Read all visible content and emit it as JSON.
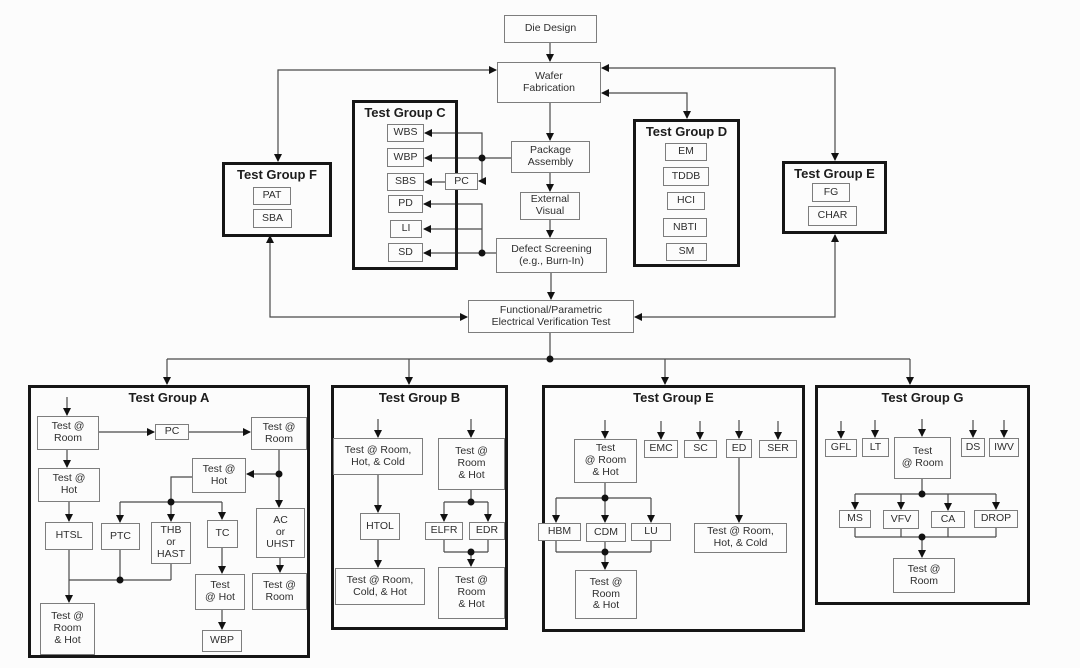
{
  "main_flow": {
    "die_design": "Die Design",
    "wafer_fabrication": "Wafer\nFabrication",
    "package_assembly": "Package\nAssembly",
    "external_visual": "External\nVisual",
    "defect_screening": "Defect Screening\n(e.g., Burn-In)",
    "functional_test": "Functional/Parametric\nElectrical Verification Test"
  },
  "group_c": {
    "title": "Test Group C",
    "wbs": "WBS",
    "wbp": "WBP",
    "sbs": "SBS",
    "pd": "PD",
    "li": "LI",
    "sd": "SD",
    "pc": "PC"
  },
  "group_f": {
    "title": "Test Group F",
    "pat": "PAT",
    "sba": "SBA"
  },
  "group_d": {
    "title": "Test Group D",
    "em": "EM",
    "tddb": "TDDB",
    "hci": "HCI",
    "nbti": "NBTI",
    "sm": "SM"
  },
  "group_e_top": {
    "title": "Test Group E",
    "fg": "FG",
    "char": "CHAR"
  },
  "group_a": {
    "title": "Test Group A",
    "test_room_1": "Test @\nRoom",
    "pc": "PC",
    "test_room_2": "Test @\nRoom",
    "test_hot_1": "Test @\nHot",
    "test_hot_2": "Test @\nHot",
    "htsl": "HTSL",
    "ptc": "PTC",
    "thb_hast": "THB\nor\nHAST",
    "tc": "TC",
    "ac_uhst": "AC\nor\nUHST",
    "test_room_hot": "Test @\nRoom\n& Hot",
    "test_hot_3": "Test\n@ Hot",
    "wbp": "WBP",
    "test_room_3": "Test @\nRoom"
  },
  "group_b": {
    "title": "Test Group B",
    "test_room_hot_cold": "Test @ Room,\nHot, & Cold",
    "test_room_hot_1": "Test @\nRoom\n& Hot",
    "htol": "HTOL",
    "elfr": "ELFR",
    "edr": "EDR",
    "test_room_cold_hot": "Test @ Room,\nCold, & Hot",
    "test_room_hot_2": "Test @\nRoom\n& Hot"
  },
  "group_e_bottom": {
    "title": "Test Group E",
    "test_room_hot_1": "Test\n@ Room\n& Hot",
    "emc": "EMC",
    "sc": "SC",
    "ed": "ED",
    "ser": "SER",
    "hbm": "HBM",
    "cdm": "CDM",
    "lu": "LU",
    "test_room_hot_2": "Test @\nRoom\n& Hot",
    "test_room_hot_cold": "Test @ Room,\nHot, & Cold"
  },
  "group_g": {
    "title": "Test Group G",
    "gfl": "GFL",
    "lt": "LT",
    "test_room_1": "Test\n@ Room",
    "ds": "DS",
    "iwv": "IWV",
    "ms": "MS",
    "vfv": "VFV",
    "ca": "CA",
    "drop": "DROP",
    "test_room_2": "Test @\nRoom"
  },
  "colors": {
    "background": "#fcfcfc",
    "line": "#4a4a4a",
    "arrow_dot": "#111111",
    "group_border": "#161616",
    "node_border": "#7d7d7d"
  }
}
